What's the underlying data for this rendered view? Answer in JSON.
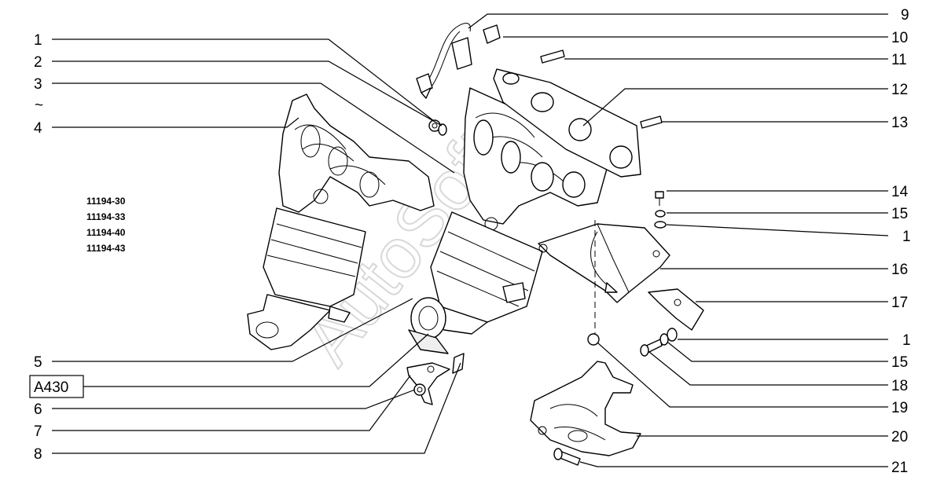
{
  "labels_left": [
    "1",
    "2",
    "3",
    "~",
    "4",
    "5",
    "6",
    "7",
    "8"
  ],
  "labels_right": [
    "9",
    "10",
    "11",
    "12",
    "13",
    "14",
    "15",
    "1",
    "16",
    "17",
    "1",
    "15",
    "18",
    "19",
    "20",
    "21"
  ],
  "boxed_label": "A430",
  "model_codes": [
    "11194-30",
    "11194-33",
    "11194-40",
    "11194-43"
  ],
  "watermark": "AutoSoft"
}
